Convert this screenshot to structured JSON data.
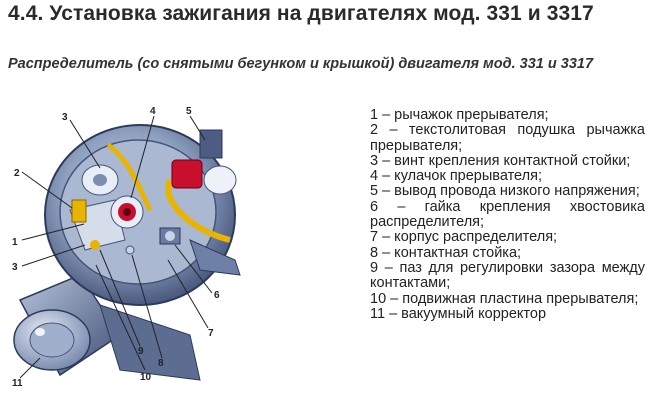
{
  "title": "4.4. Установка зажигания на двигателях мод. 331 и 3317",
  "subtitle": "Распределитель (со снятыми бегунком и крышкой) двигателя мод. 331 и 3317",
  "callouts": [
    "1",
    "2",
    "3",
    "3",
    "4",
    "5",
    "6",
    "7",
    "8",
    "9",
    "10",
    "11"
  ],
  "legend": [
    "1 – рычажок прерывателя;",
    "2 – текстолитовая подушка рычажка прерывателя;",
    "3 – винт крепления контактной стойки;",
    "4 – кулачок прерывателя;",
    "5 – вывод провода низкого напряжения;",
    "6 – гайка крепления хвостовика распределителя;",
    "7 – корпус распределителя;",
    "8 – контактная стойка;",
    "9 – паз для регулировки зазора между контактами;",
    "10 – подвижная пластина прерывателя;",
    "11 – вакуумный корректор"
  ],
  "colors": {
    "body_blue": "#8ea0bf",
    "dark_blue": "#3c4c70",
    "accent_yellow": "#e8b400",
    "accent_red": "#c8102e"
  }
}
